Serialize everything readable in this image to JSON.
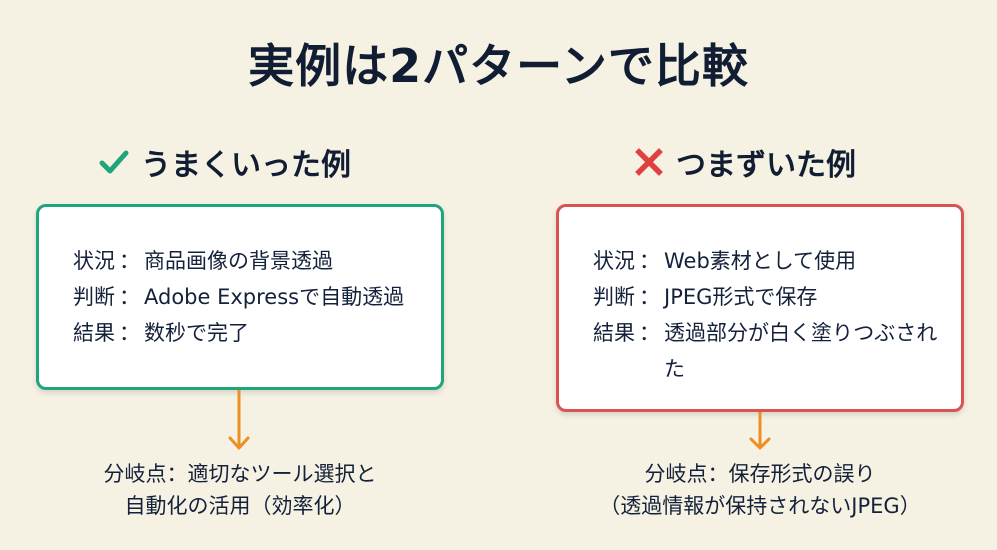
{
  "title": "実例は2パターンで比較",
  "colors": {
    "background": "#f5f1e3",
    "text": "#14213a",
    "good_accent": "#1fa57b",
    "bad_accent": "#d9534f",
    "arrow": "#ee8f24"
  },
  "good": {
    "icon": "check-icon",
    "heading": "うまくいった例",
    "rows": [
      {
        "label": "状況",
        "sep": "：",
        "value": "商品画像の背景透過"
      },
      {
        "label": "判断",
        "sep": "：",
        "value": "Adobe Expressで自動透過"
      },
      {
        "label": "結果",
        "sep": "：",
        "value": "数秒で完了"
      }
    ],
    "branch_line1": "分岐点：適切なツール選択と",
    "branch_line2": "自動化の活用（効率化）"
  },
  "bad": {
    "icon": "cross-icon",
    "heading": "つまずいた例",
    "rows": [
      {
        "label": "状況",
        "sep": "：",
        "value": "Web素材として使用"
      },
      {
        "label": "判断",
        "sep": "：",
        "value": "JPEG形式で保存"
      },
      {
        "label": "結果",
        "sep": "：",
        "value": "透過部分が白く塗りつぶされた"
      }
    ],
    "branch_line1": "分岐点：保存形式の誤り",
    "branch_line2": "（透過情報が保持されないJPEG）"
  }
}
